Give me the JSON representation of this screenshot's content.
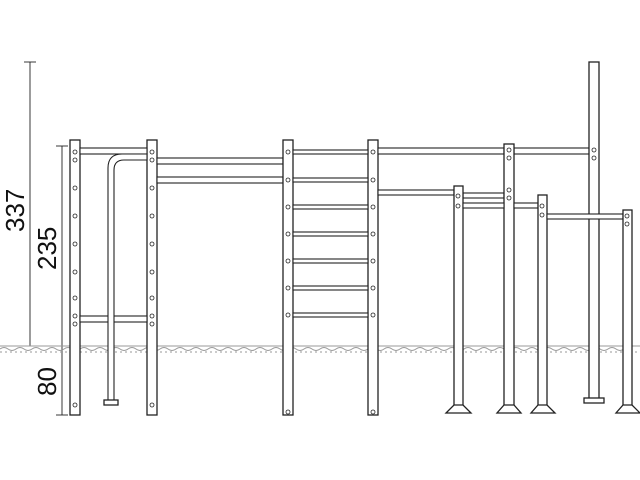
{
  "dimensions": {
    "total_height": "337",
    "above_ground": "235",
    "below_ground": "80"
  },
  "colors": {
    "line": "#222222",
    "ground": "#999999",
    "background": "#ffffff"
  }
}
